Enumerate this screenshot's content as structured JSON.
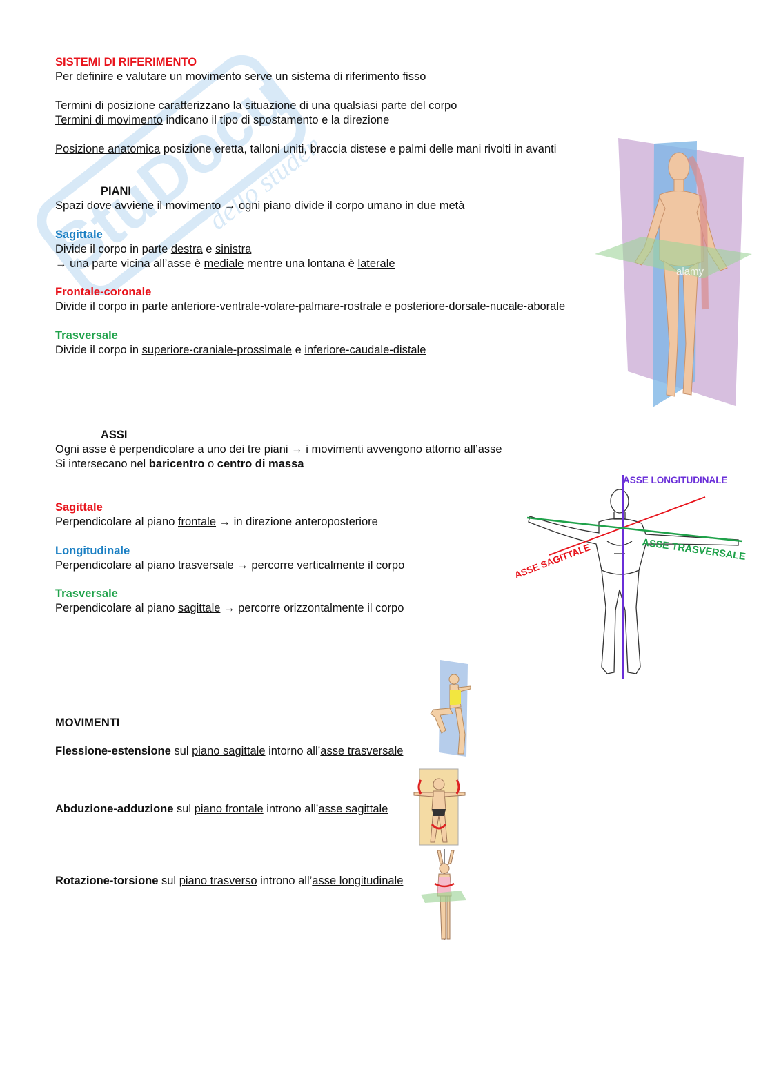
{
  "colors": {
    "heading_red": "#e8141c",
    "sagittal_blue": "#1a7fc3",
    "transverse_green": "#1fa24a",
    "axis_purple": "#6a2fd8"
  },
  "watermark": {
    "text": "StuDocu",
    "sub": "dello studente"
  },
  "intro": {
    "title": "SISTEMI DI RIFERIMENTO",
    "line1": "Per definire e valutare un movimento serve un sistema di riferimento fisso",
    "pos_term": "Termini di posizione",
    "pos_rest": " caratterizzano la situazione di una qualsiasi parte del corpo",
    "mov_term": "Termini di movimento",
    "mov_rest": " indicano il tipo di spostamento e la direzione",
    "anat_term": "Posizione anatomica",
    "anat_rest": " posizione eretta, talloni uniti, braccia distese e palmi delle mani rivolti in avanti"
  },
  "piani": {
    "heading": "PIANI",
    "desc": "Spazi dove avviene il movimento → ogni piano divide il corpo umano in due metà",
    "sagittale": {
      "label": "Sagittale",
      "l1_a": "Divide il corpo in parte ",
      "l1_b": "destra",
      "l1_c": " e ",
      "l1_d": "sinistra",
      "l2_a": "→ una parte vicina all’asse è ",
      "l2_b": "mediale",
      "l2_c": " mentre una lontana è ",
      "l2_d": "laterale"
    },
    "frontale": {
      "label": "Frontale-coronale",
      "l1_a": "Divide il corpo in parte ",
      "l1_b": "anteriore-ventrale-volare-palmare-rostrale",
      "l1_c": " e ",
      "l1_d": "posteriore-dorsale-nucale-aborale"
    },
    "trasversale": {
      "label": "Trasversale",
      "l1_a": "Divide il corpo in ",
      "l1_b": "superiore-craniale-prossimale",
      "l1_c": " e ",
      "l1_d": "inferiore-caudale-distale"
    },
    "figure_watermark": "alamy"
  },
  "assi": {
    "heading": "ASSI",
    "l1": "Ogni asse è perpendicolare a uno dei tre piani → i movimenti avvengono attorno all’asse",
    "l2_a": "Si intersecano nel ",
    "l2_b": "baricentro",
    "l2_c": " o ",
    "l2_d": "centro di massa",
    "sagittale": {
      "label": "Sagittale",
      "a": "Perpendicolare al piano ",
      "b": "frontale",
      "c": " → in direzione anteroposteriore"
    },
    "longitudinale": {
      "label": "Longitudinale",
      "a": "Perpendicolare al piano ",
      "b": "trasversale",
      "c": " → percorre verticalmente il corpo"
    },
    "trasversale": {
      "label": "Trasversale",
      "a": "Perpendicolare al piano ",
      "b": "sagittale",
      "c": " → percorre orizzontalmente il corpo"
    },
    "figure": {
      "longitudinale": "ASSE LONGITUDINALE",
      "sagittale": "ASSE SAGITTALE",
      "trasversale": "ASSE TRASVERSALE"
    }
  },
  "movimenti": {
    "heading": "MOVIMENTI",
    "flex": {
      "a": "Flessione-estensione",
      "b": " sul ",
      "c": "piano sagittale",
      "d": " intorno all’",
      "e": "asse trasversale"
    },
    "abd": {
      "a": "Abduzione-adduzione",
      "b": " sul ",
      "c": "piano frontale",
      "d": " introno all’",
      "e": "asse sagittale"
    },
    "rot": {
      "a": "Rotazione-torsione",
      "b": " sul ",
      "c": "piano trasverso",
      "d": " introno all’",
      "e": "asse longitudinale"
    }
  }
}
